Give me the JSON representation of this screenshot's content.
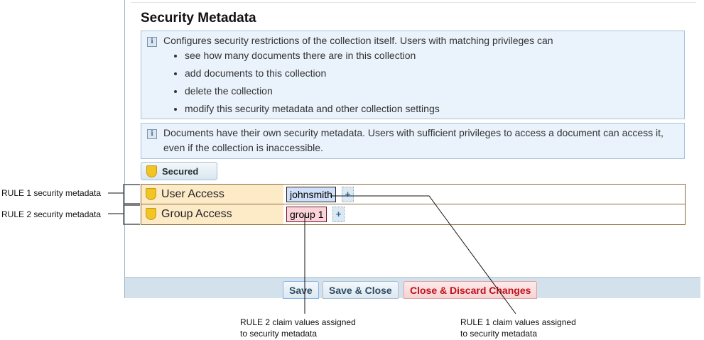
{
  "title": "Security Metadata",
  "info1": {
    "text": "Configures security restrictions of the collection itself. Users with matching privileges can",
    "items": [
      "see how many documents there are in this collection",
      "add documents to this collection",
      "delete the collection",
      "modify this security metadata and other collection settings"
    ]
  },
  "info2": "Documents have their own security metadata. Users with sufficient privileges to access a document can access it, even if the collection is inaccessible.",
  "secured_label": "Secured",
  "rules": [
    {
      "name": "User Access",
      "value": "johnsmith"
    },
    {
      "name": "Group Access",
      "value": "group 1"
    }
  ],
  "plus": "+",
  "buttons": {
    "save": "Save",
    "save_close": "Save & Close",
    "discard": "Close & Discard Changes"
  },
  "annotations": {
    "rule1": "RULE 1 security metadata",
    "rule2": "RULE 2 security metadata",
    "claims2": [
      "RULE 2 claim values assigned",
      "to security metadata"
    ],
    "claims1": [
      "RULE 1 claim values assigned",
      "to security metadata"
    ]
  }
}
